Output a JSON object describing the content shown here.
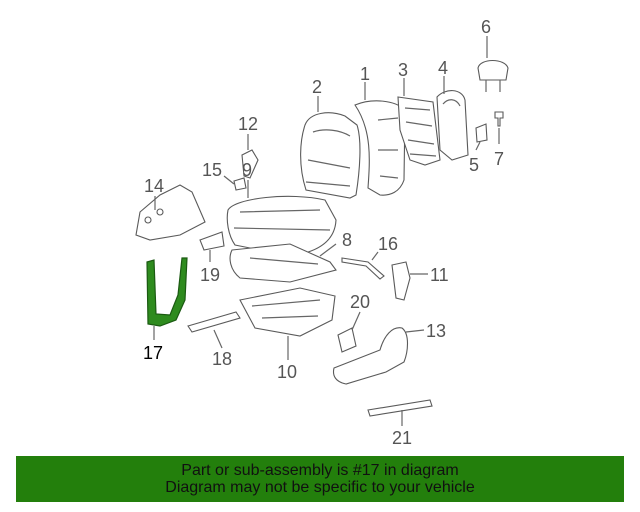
{
  "diagram": {
    "highlight_color": "#2e8b1e",
    "callouts": [
      "1",
      "2",
      "3",
      "4",
      "5",
      "6",
      "7",
      "8",
      "9",
      "10",
      "11",
      "12",
      "13",
      "14",
      "15",
      "16",
      "17",
      "18",
      "19",
      "20",
      "21"
    ],
    "highlighted_part": "17"
  },
  "banner": {
    "line1": "Part or sub-assembly is #17 in diagram",
    "line2": "Diagram may not be specific to your vehicle",
    "background": "#237f0c"
  }
}
